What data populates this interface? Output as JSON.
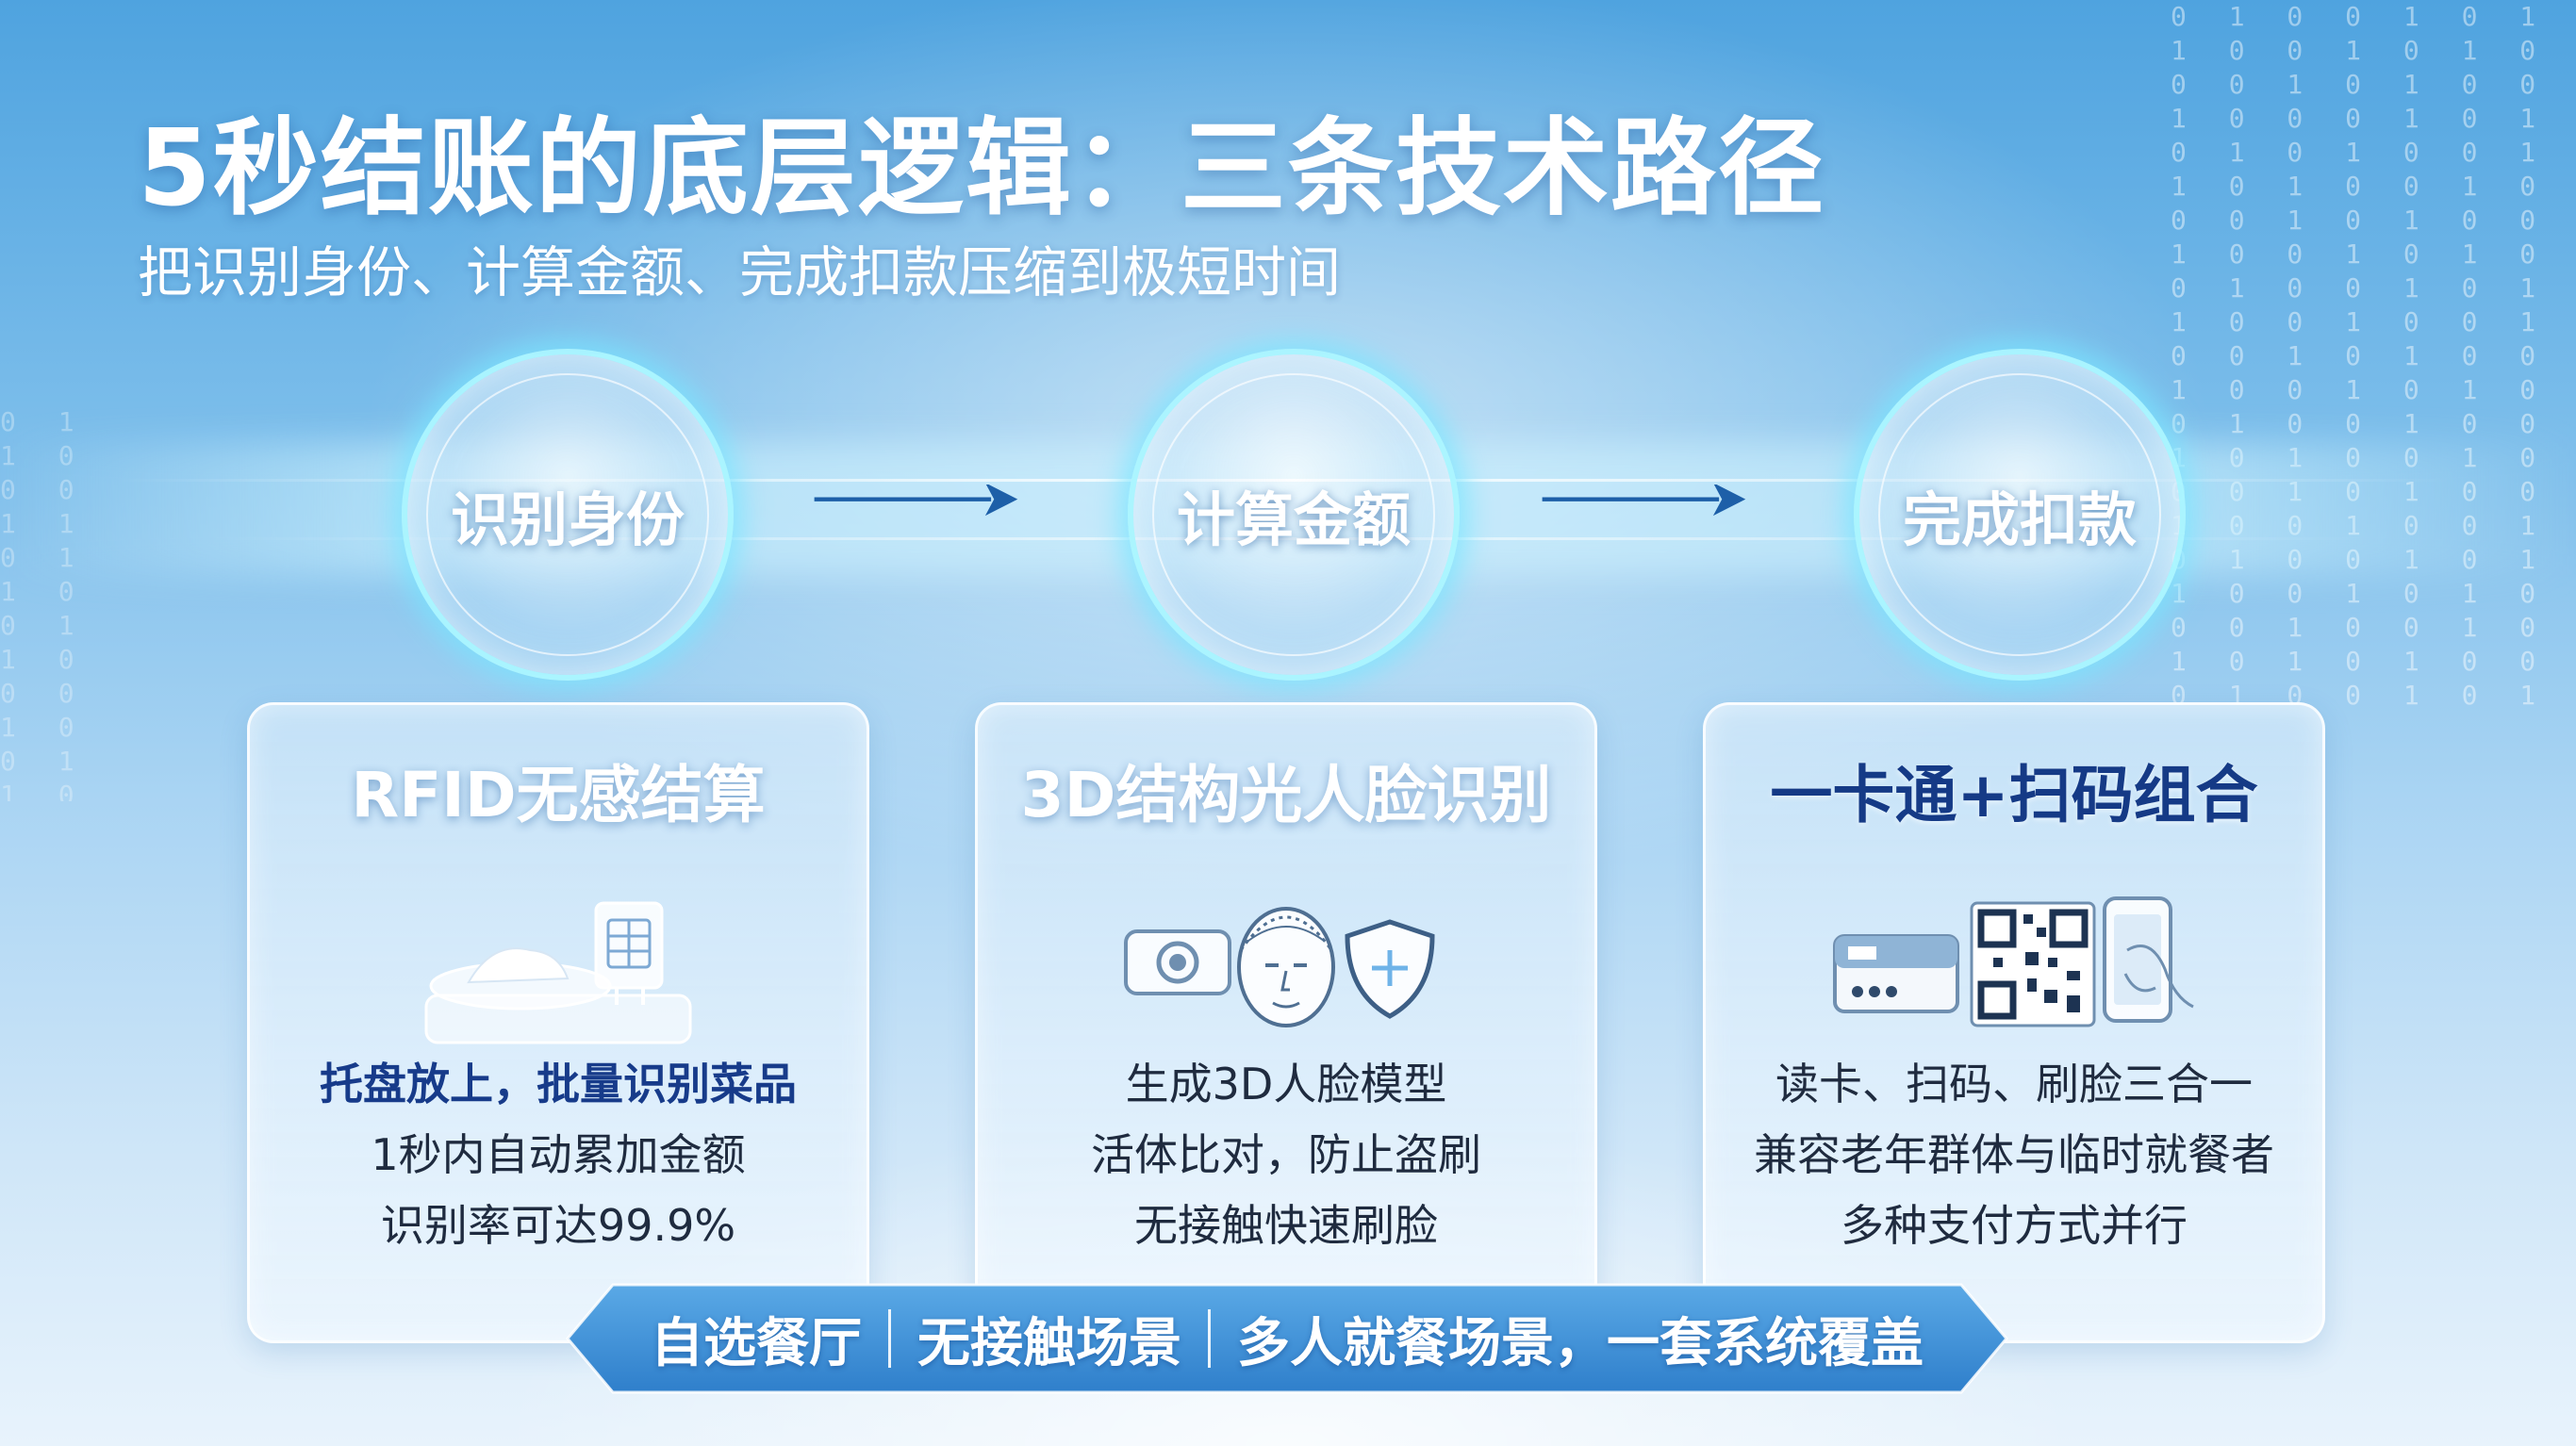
{
  "title": "5秒结账的底层逻辑：三条技术路径",
  "subtitle": "把识别身份、计算金额、完成扣款压缩到极短时间",
  "steps": [
    {
      "label": "识别身份"
    },
    {
      "label": "计算金额"
    },
    {
      "label": "完成扣款"
    }
  ],
  "cards": [
    {
      "title": "RFID无感结算",
      "icon": "tray-rfid-chip-icon",
      "lines": [
        "托盘放上，批量识别菜品",
        "1秒内自动累加金额",
        "识别率可达99.9%"
      ]
    },
    {
      "title": "3D结构光人脸识别",
      "icon": "face-scan-shield-icon",
      "lines": [
        "生成3D人脸模型",
        "活体比对，防止盗刷",
        "无接触快速刷脸"
      ]
    },
    {
      "title": "一卡通+扫码组合",
      "icon": "card-qr-phone-icon",
      "lines": [
        "读卡、扫码、刷脸三合一",
        "兼容老年群体与临时就餐者",
        "多种支付方式并行"
      ]
    }
  ],
  "banner": {
    "items": [
      "自选餐厅",
      "无接触场景",
      "多人就餐场景，一套系统覆盖"
    ]
  },
  "colors": {
    "accent_dark_blue": "#153a86",
    "arrow_blue": "#1d5fa8",
    "glow_cyan": "#aaf5ff"
  }
}
